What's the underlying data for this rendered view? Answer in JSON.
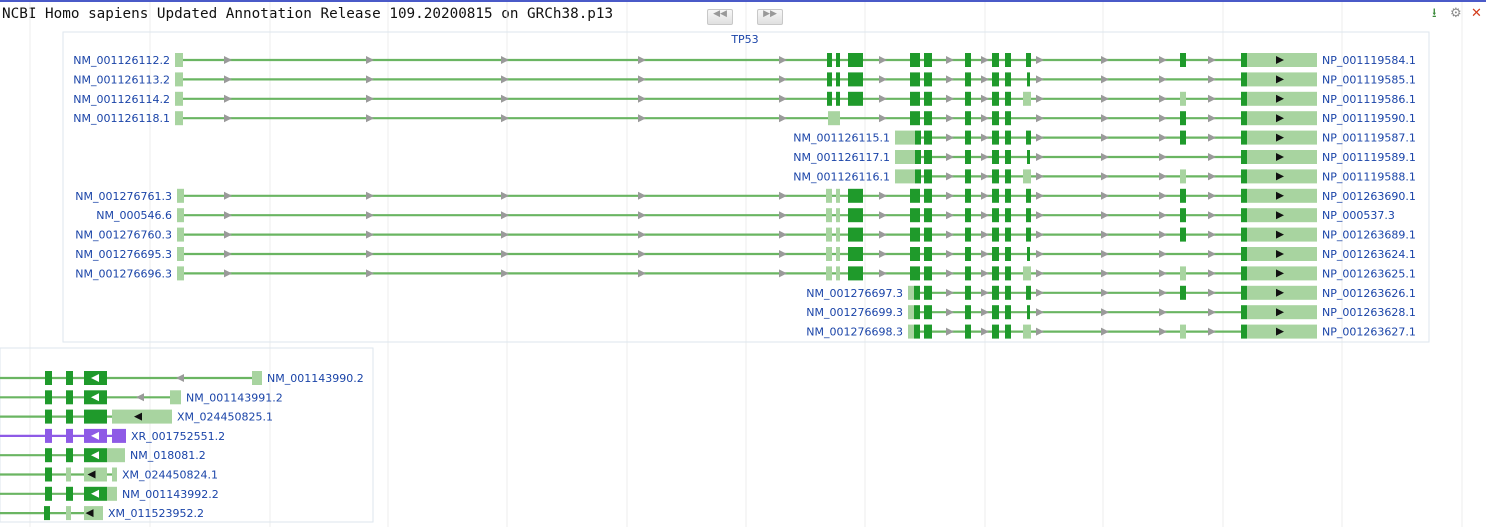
{
  "track": {
    "title": "NCBI Homo sapiens Updated Annotation Release 109.20200815 on GRCh38.p13",
    "controls": {
      "prev_icon": "prev-page-icon",
      "next_icon": "next-page-icon",
      "download_icon": "download-icon",
      "settings_icon": "gear-icon",
      "close_icon": "close-icon"
    },
    "colors": {
      "exon": "#1f9a2b",
      "utr": "#a8d4a0",
      "intron": "#6ab562",
      "label": "#1a44a8",
      "noncoding": "#8e5ae6",
      "noncoding_light": "#b497ee",
      "arrow": "#9a9a9a"
    }
  },
  "gene_groups": [
    {
      "gene": "TP53",
      "transcripts": [
        {
          "name": "NM_001126112.2",
          "protein": "NP_001119584.1",
          "model": "long"
        },
        {
          "name": "NM_001126113.2",
          "protein": "NP_001119585.1",
          "model": "long_b"
        },
        {
          "name": "NM_001126114.2",
          "protein": "NP_001119586.1",
          "model": "long_c"
        },
        {
          "name": "NM_001126118.1",
          "protein": "NP_001119590.1",
          "model": "long_d"
        },
        {
          "name": "NM_001126115.1",
          "protein": "NP_001119587.1",
          "model": "short"
        },
        {
          "name": "NM_001126117.1",
          "protein": "NP_001119589.1",
          "model": "short_b"
        },
        {
          "name": "NM_001126116.1",
          "protein": "NP_001119588.1",
          "model": "short_c"
        },
        {
          "name": "NM_001276761.3",
          "protein": "NP_001263690.1",
          "model": "long_e"
        },
        {
          "name": "NM_000546.6",
          "protein": "NP_000537.3",
          "model": "long_e"
        },
        {
          "name": "NM_001276760.3",
          "protein": "NP_001263689.1",
          "model": "long_e"
        },
        {
          "name": "NM_001276695.3",
          "protein": "NP_001263624.1",
          "model": "long_f"
        },
        {
          "name": "NM_001276696.3",
          "protein": "NP_001263625.1",
          "model": "long_g"
        },
        {
          "name": "NM_001276697.3",
          "protein": "NP_001263626.1",
          "model": "short_d"
        },
        {
          "name": "NM_001276699.3",
          "protein": "NP_001263628.1",
          "model": "short_e"
        },
        {
          "name": "NM_001276698.3",
          "protein": "NP_001263627.1",
          "model": "short_f"
        }
      ]
    },
    {
      "gene": "",
      "transcripts": [
        {
          "name": "NM_001143990.2",
          "model": "w1"
        },
        {
          "name": "NM_001143991.2",
          "model": "w2"
        },
        {
          "name": "XM_024450825.1",
          "model": "w3"
        },
        {
          "name": "XR_001752551.2",
          "model": "w4",
          "noncoding": true
        },
        {
          "name": "NM_018081.2",
          "model": "w5"
        },
        {
          "name": "XM_024450824.1",
          "model": "w6"
        },
        {
          "name": "NM_001143992.2",
          "model": "w7"
        },
        {
          "name": "XM_011523952.2",
          "model": "w8"
        }
      ]
    }
  ]
}
